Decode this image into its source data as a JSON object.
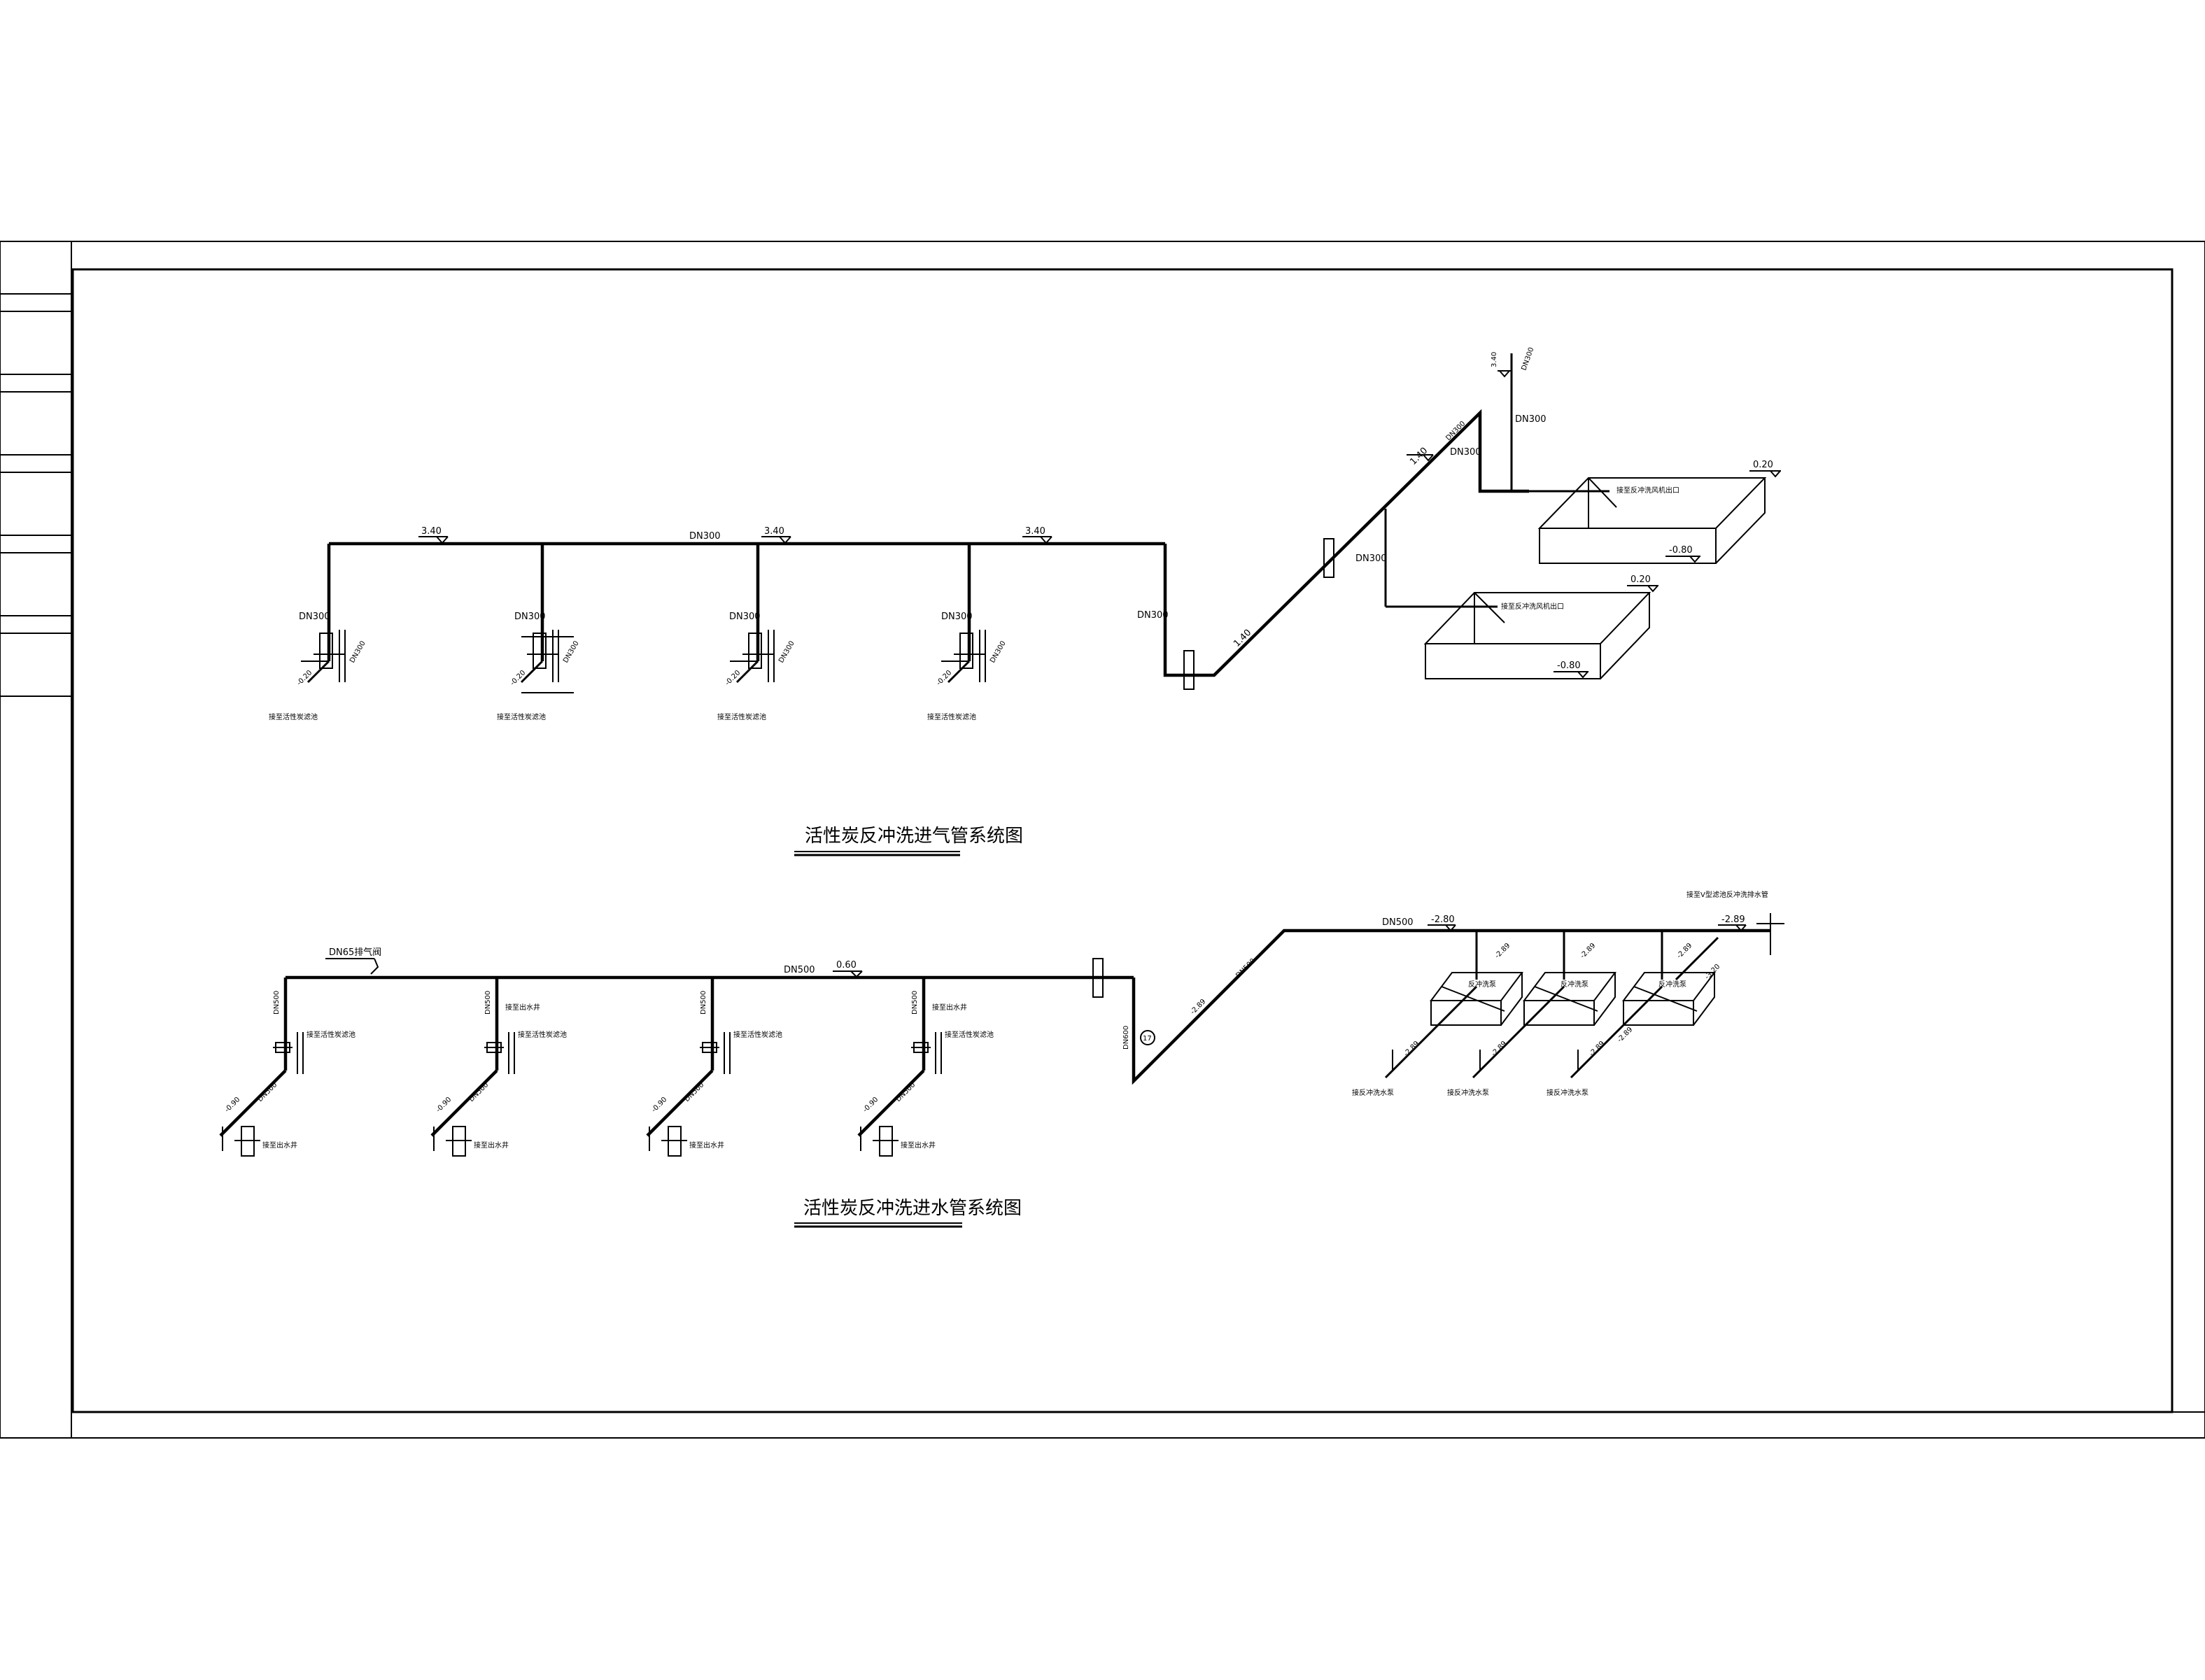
{
  "air_system": {
    "title": "活性炭反冲洗进气管系统图",
    "header_dn": "DN300",
    "header_elev": "3.40",
    "branch_dn": "DN300",
    "branch_bottom_elev": "-0.20",
    "branch_caption": "接至活性炭滤池",
    "riser_dn": "DN300",
    "slope_elev": "1.40",
    "top_elev": "3.40",
    "blower_outlet_caption": "接至反冲洗风机出口",
    "tank_top_elev": "0.20",
    "tank_bottom_elev": "-0.80"
  },
  "water_system": {
    "title": "活性炭反冲洗进水管系统图",
    "header_dn": "DN500",
    "header_elev": "0.60",
    "air_valve_label": "DN65排气阀",
    "branch_dn": "DN500",
    "branch_outlet_label": "接至出水井",
    "branch_filter_label": "接至活性炭滤池",
    "branch_bottom_elev": "-0.90",
    "branch_bottom_dn": "DN500",
    "outlet_well_label": "接至出水井",
    "slope_elev": "-2.89",
    "riser_dn": "DN600",
    "pump_header_dn": "DN500",
    "pump_header_elev": "-2.80",
    "pump_label": "反冲洗泵",
    "pump_elev": "-2.89",
    "pump_suction_label": "接反冲洗水泵",
    "pump_lower_elev": "-3.20",
    "end_label": "接至V型滤池反冲洗排水管",
    "end_elev": "-2.89",
    "marker_label": "17"
  }
}
